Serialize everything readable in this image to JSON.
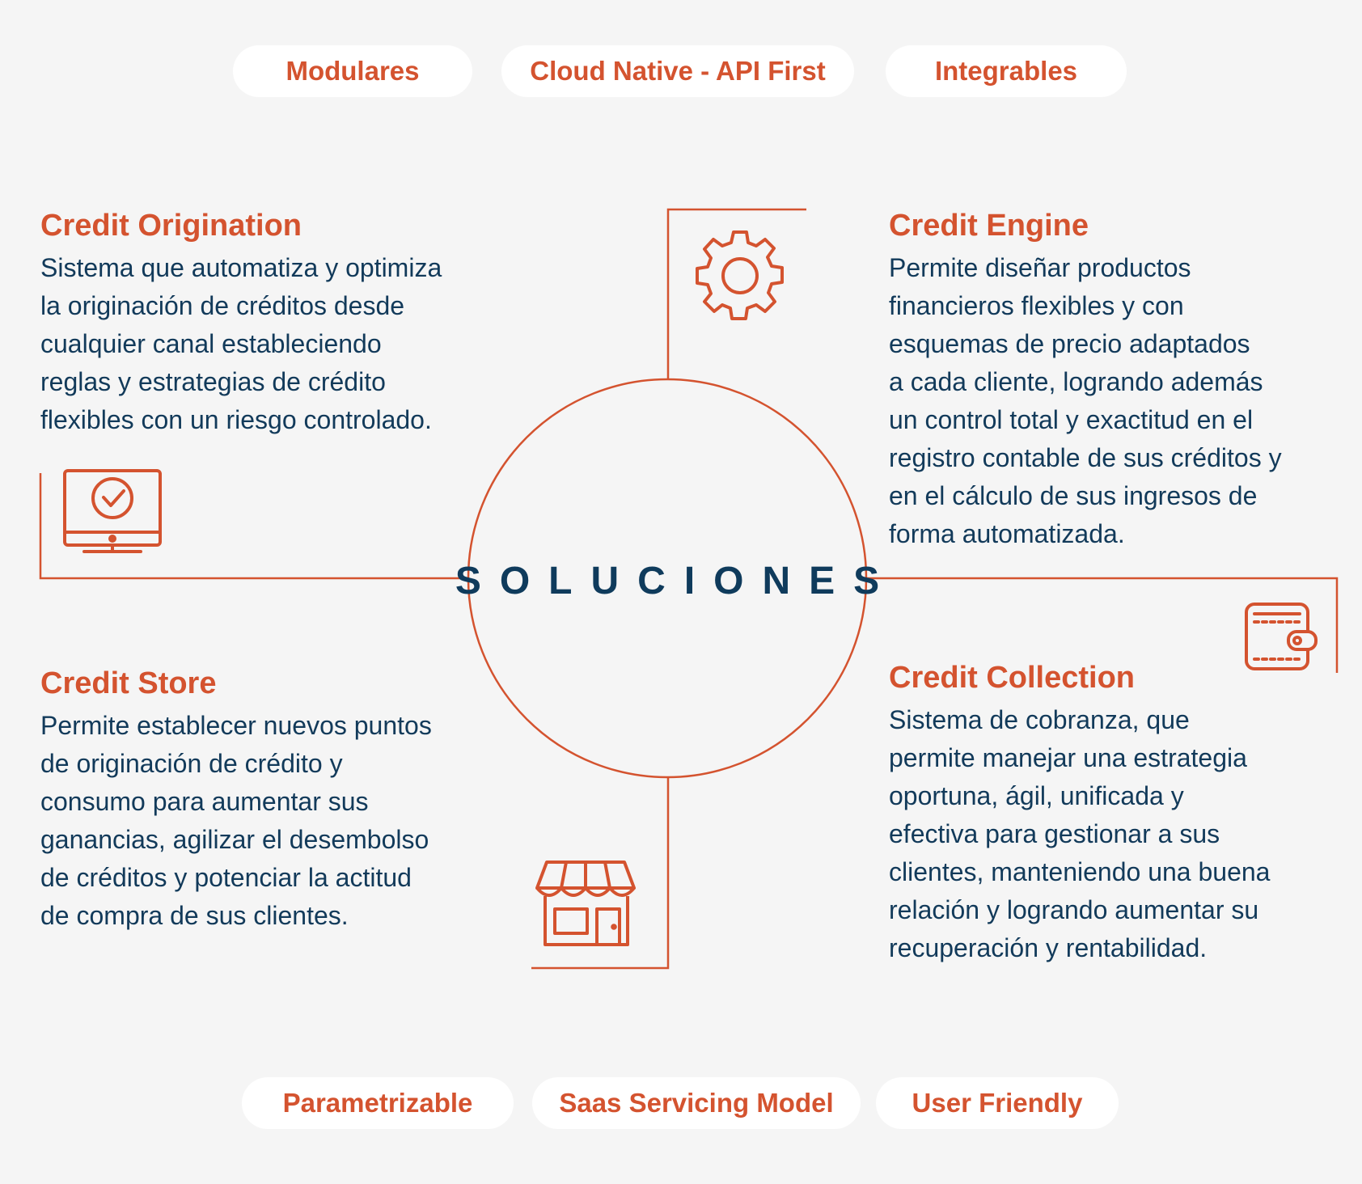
{
  "top_pills": [
    "Modulares",
    "Cloud Native - API First",
    "Integrables"
  ],
  "bottom_pills": [
    "Parametrizable",
    "Saas Servicing Model",
    "User Friendly"
  ],
  "center": {
    "title": "SOLUCIONES"
  },
  "blocks": {
    "origination": {
      "title": "Credit Origination",
      "lines": [
        "Sistema que automatiza y optimiza",
        "la originación de créditos desde",
        "cualquier canal estableciendo",
        "reglas y estrategias de crédito",
        "flexibles con un riesgo controlado."
      ]
    },
    "engine": {
      "title": "Credit Engine",
      "lines": [
        "Permite diseñar productos",
        "financieros flexibles y con",
        "esquemas de precio adaptados",
        "a cada cliente, logrando además",
        "un control total y exactitud en el",
        "registro contable de sus créditos y",
        "en el cálculo de sus ingresos de",
        "forma automatizada."
      ]
    },
    "store": {
      "title": "Credit Store",
      "lines": [
        "Permite establecer nuevos puntos",
        "de originación de crédito y",
        "consumo para aumentar sus",
        "ganancias, agilizar el desembolso",
        "de créditos y potenciar la actitud",
        "de compra de sus clientes."
      ]
    },
    "collection": {
      "title": "Credit Collection",
      "lines": [
        "Sistema de cobranza, que",
        "permite manejar una estrategia",
        "oportuna, ágil, unificada y",
        "efectiva para gestionar a sus",
        "clientes, manteniendo una buena",
        "relación y logrando aumentar su",
        "recuperación y rentabilidad."
      ]
    }
  },
  "colors": {
    "accent": "#d4532f",
    "navy": "#0f3b5c",
    "text": "#123a5a",
    "background": "#f5f5f5",
    "pill": "#ffffff"
  },
  "icons": [
    "monitor-check-icon",
    "gear-icon",
    "storefront-icon",
    "wallet-icon"
  ]
}
